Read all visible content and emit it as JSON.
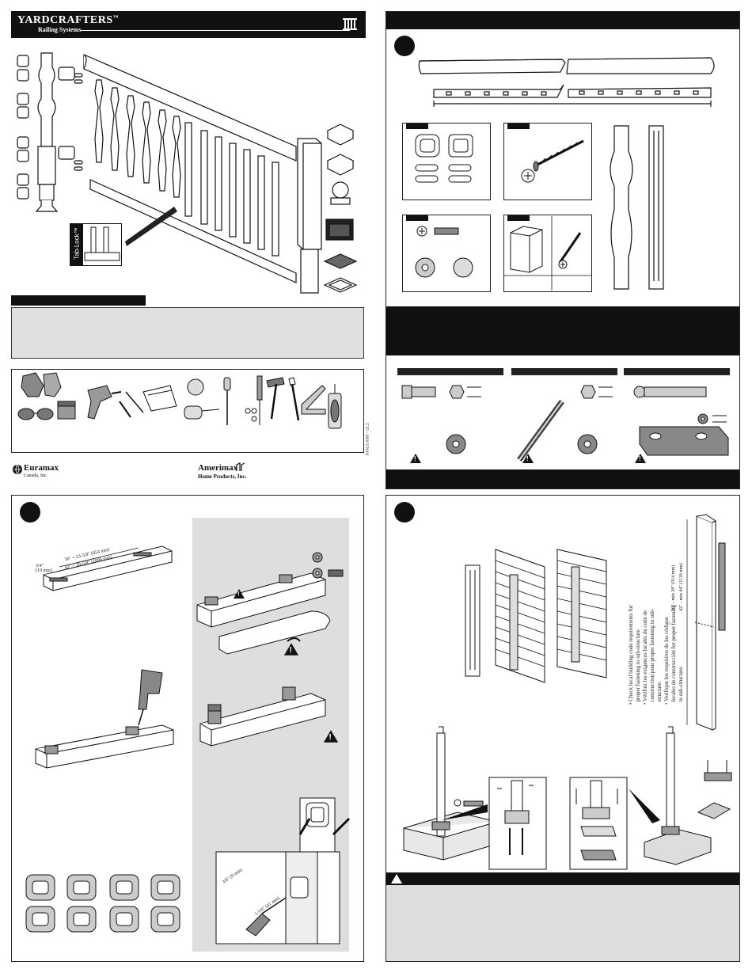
{
  "brand": {
    "name": "YARDCRAFTERS",
    "tm": "™",
    "subtitle": "Railing Systems",
    "icon": "railing-icon"
  },
  "tab_lock": {
    "label": "Tab-Lock™"
  },
  "logos": {
    "euramax": {
      "name": "Euramax",
      "sub": "Canada, Inc."
    },
    "amerimax": {
      "name": "Amerimax",
      "sub": "Home Products, Inc."
    }
  },
  "doc_code": "RFN'S RRR - 01.2",
  "step3": {
    "dimension_lines": [
      "36\" = 33-5/8\" (854 mm)",
      "42\" = 39-5/8\" (1006 mm)"
    ],
    "offset_label": "3/4\"\n(19 mm)",
    "drill_labels": [
      "3/8\" (9 mm)",
      "1-5/8\" (41 mm)"
    ]
  },
  "step4": {
    "post_heights": [
      "36\" - min 38\" (914 mm)",
      "42\" - min 44\" (1118 mm)"
    ],
    "code_note_lines": [
      "• Check local building code requirements for",
      "  proper fastening to sub-structure.",
      "• Vérifiez les exigences locales du code de",
      "  construction pour proper fastening to sub-",
      "  structure.",
      "• Verifique los requisitos de los códigos",
      "  locales de construcción for proper fastening",
      "  to sub-structure."
    ]
  },
  "colors": {
    "black": "#111111",
    "gray_panel": "#dedede",
    "background": "#ffffff"
  },
  "icons": [
    "warning-icon",
    "screw-icon",
    "bolt-icon",
    "nut-icon",
    "washer-icon",
    "drill-icon",
    "hammer-icon",
    "gloves-icon",
    "safety-glasses-icon",
    "saw-icon",
    "tape-measure-icon",
    "screwdriver-icon",
    "wrench-icon",
    "square-icon",
    "caulk-icon",
    "level-icon"
  ]
}
